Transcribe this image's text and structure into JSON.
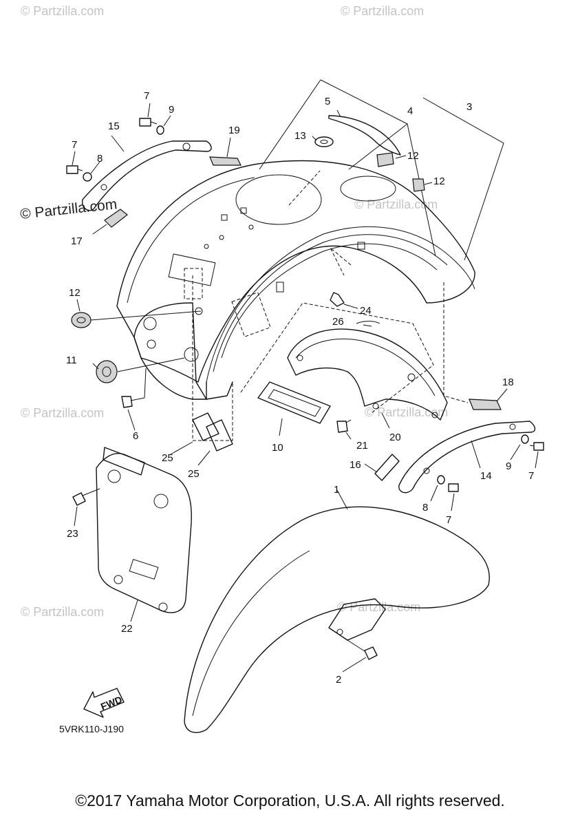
{
  "watermarks": {
    "faint": "© Partzilla.com",
    "strong": "© Partzilla.com"
  },
  "callouts": [
    "1",
    "2",
    "3",
    "4",
    "5",
    "6",
    "7",
    "7",
    "7",
    "7",
    "8",
    "8",
    "9",
    "9",
    "10",
    "11",
    "12",
    "12",
    "12",
    "13",
    "14",
    "15",
    "16",
    "17",
    "18",
    "19",
    "20",
    "21",
    "22",
    "23",
    "24",
    "25",
    "25",
    "26"
  ],
  "fwd_label": "FWD",
  "diagram_code": "5VRK110-J190",
  "copyright": "©2017 Yamaha Motor Corporation, U.S.A. All rights reserved."
}
